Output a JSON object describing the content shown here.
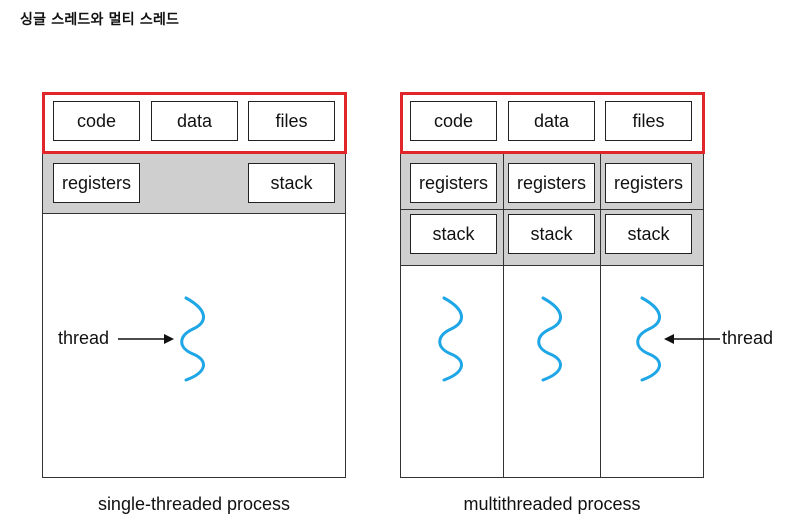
{
  "heading": "싱글 스레드와 멀티 스레드",
  "single": {
    "shared": [
      "code",
      "data",
      "files"
    ],
    "registers": "registers",
    "stack": "stack",
    "thread_label": "thread",
    "caption": "single-threaded process"
  },
  "multi": {
    "shared": [
      "code",
      "data",
      "files"
    ],
    "registers": [
      "registers",
      "registers",
      "registers"
    ],
    "stacks": [
      "stack",
      "stack",
      "stack"
    ],
    "thread_label": "thread",
    "caption": "multithreaded process"
  },
  "colors": {
    "highlight": "#e0262a",
    "thread_wave": "#1ea6e6",
    "gray_band": "#cfcfcf"
  },
  "icons": {
    "thread": "wavy-line-icon",
    "pointer": "arrow-icon"
  }
}
